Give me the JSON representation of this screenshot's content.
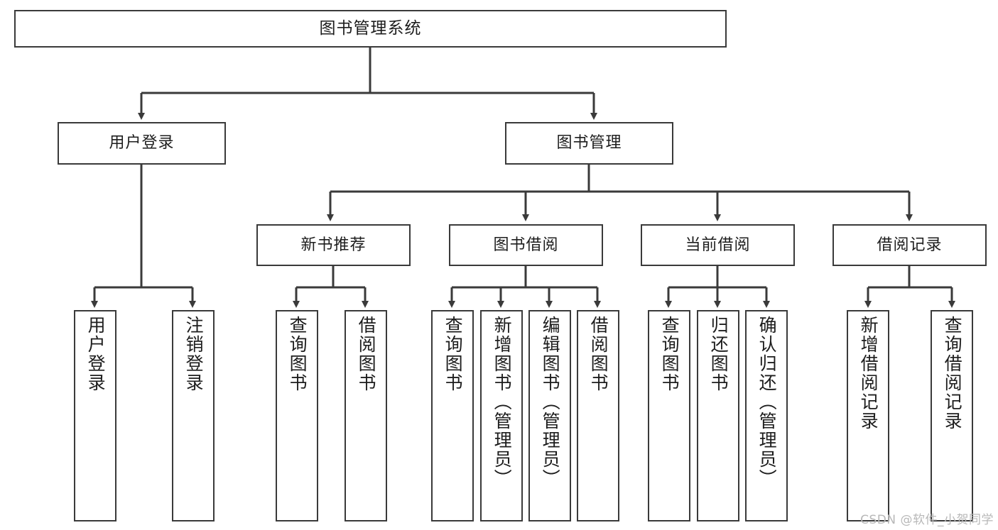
{
  "diagram": {
    "title": "图书管理系统",
    "type": "tree-hierarchy",
    "root": {
      "label": "图书管理系统"
    },
    "level2": [
      {
        "label": "用户登录"
      },
      {
        "label": "图书管理"
      }
    ],
    "level3": [
      {
        "label": "新书推荐"
      },
      {
        "label": "图书借阅"
      },
      {
        "label": "当前借阅"
      },
      {
        "label": "借阅记录"
      }
    ],
    "leaves": {
      "user_login": [
        {
          "label": "用户登录"
        },
        {
          "label": "注销登录"
        }
      ],
      "new_book_rec": [
        {
          "label": "查询图书"
        },
        {
          "label": "借阅图书"
        }
      ],
      "book_borrow": [
        {
          "label": "查询图书"
        },
        {
          "label": "新增图书（管理员）"
        },
        {
          "label": "编辑图书（管理员）"
        },
        {
          "label": "借阅图书"
        }
      ],
      "current_borrow": [
        {
          "label": "查询图书"
        },
        {
          "label": "归还图书"
        },
        {
          "label": "确认归还（管理员）"
        }
      ],
      "borrow_record": [
        {
          "label": "新增借阅记录"
        },
        {
          "label": "查询借阅记录"
        }
      ]
    }
  },
  "watermark": {
    "text": "CSDN @软件_小贺同学"
  },
  "colors": {
    "stroke": "#3a3a3a",
    "fill": "#ffffff",
    "text": "#1d1d1d",
    "watermark": "#b8b8b8"
  }
}
